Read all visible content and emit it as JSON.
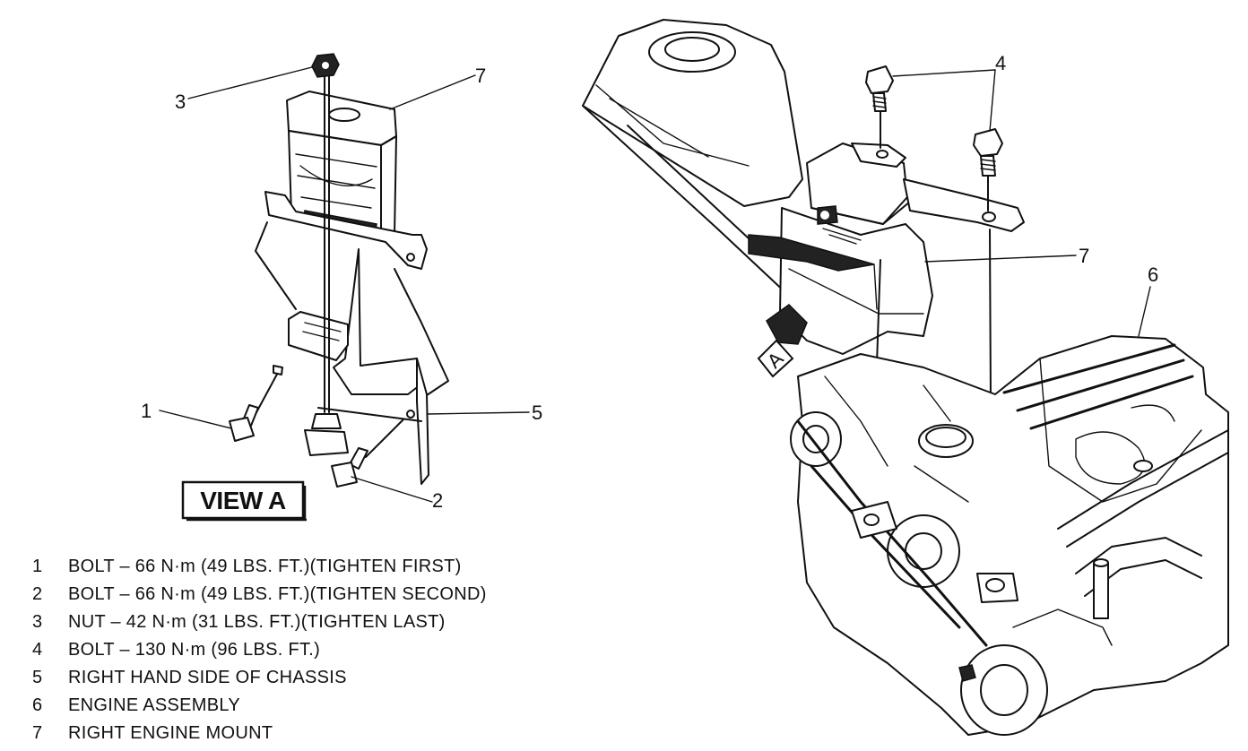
{
  "view_label": "VIEW A",
  "arrow_label": "A",
  "callouts": {
    "c1": "1",
    "c2": "2",
    "c3": "3",
    "c4": "4",
    "c5": "5",
    "c6": "6",
    "c7_left": "7",
    "c7_right": "7"
  },
  "legend": [
    {
      "num": "1",
      "text": "BOLT – 66 N·m (49 LBS. FT.)(TIGHTEN FIRST)"
    },
    {
      "num": "2",
      "text": "BOLT – 66 N·m (49 LBS. FT.)(TIGHTEN SECOND)"
    },
    {
      "num": "3",
      "text": "NUT – 42 N·m (31 LBS. FT.)(TIGHTEN LAST)"
    },
    {
      "num": "4",
      "text": "BOLT – 130 N·m (96 LBS. FT.)"
    },
    {
      "num": "5",
      "text": "RIGHT HAND SIDE OF CHASSIS"
    },
    {
      "num": "6",
      "text": "ENGINE ASSEMBLY"
    },
    {
      "num": "7",
      "text": "RIGHT ENGINE MOUNT"
    }
  ]
}
